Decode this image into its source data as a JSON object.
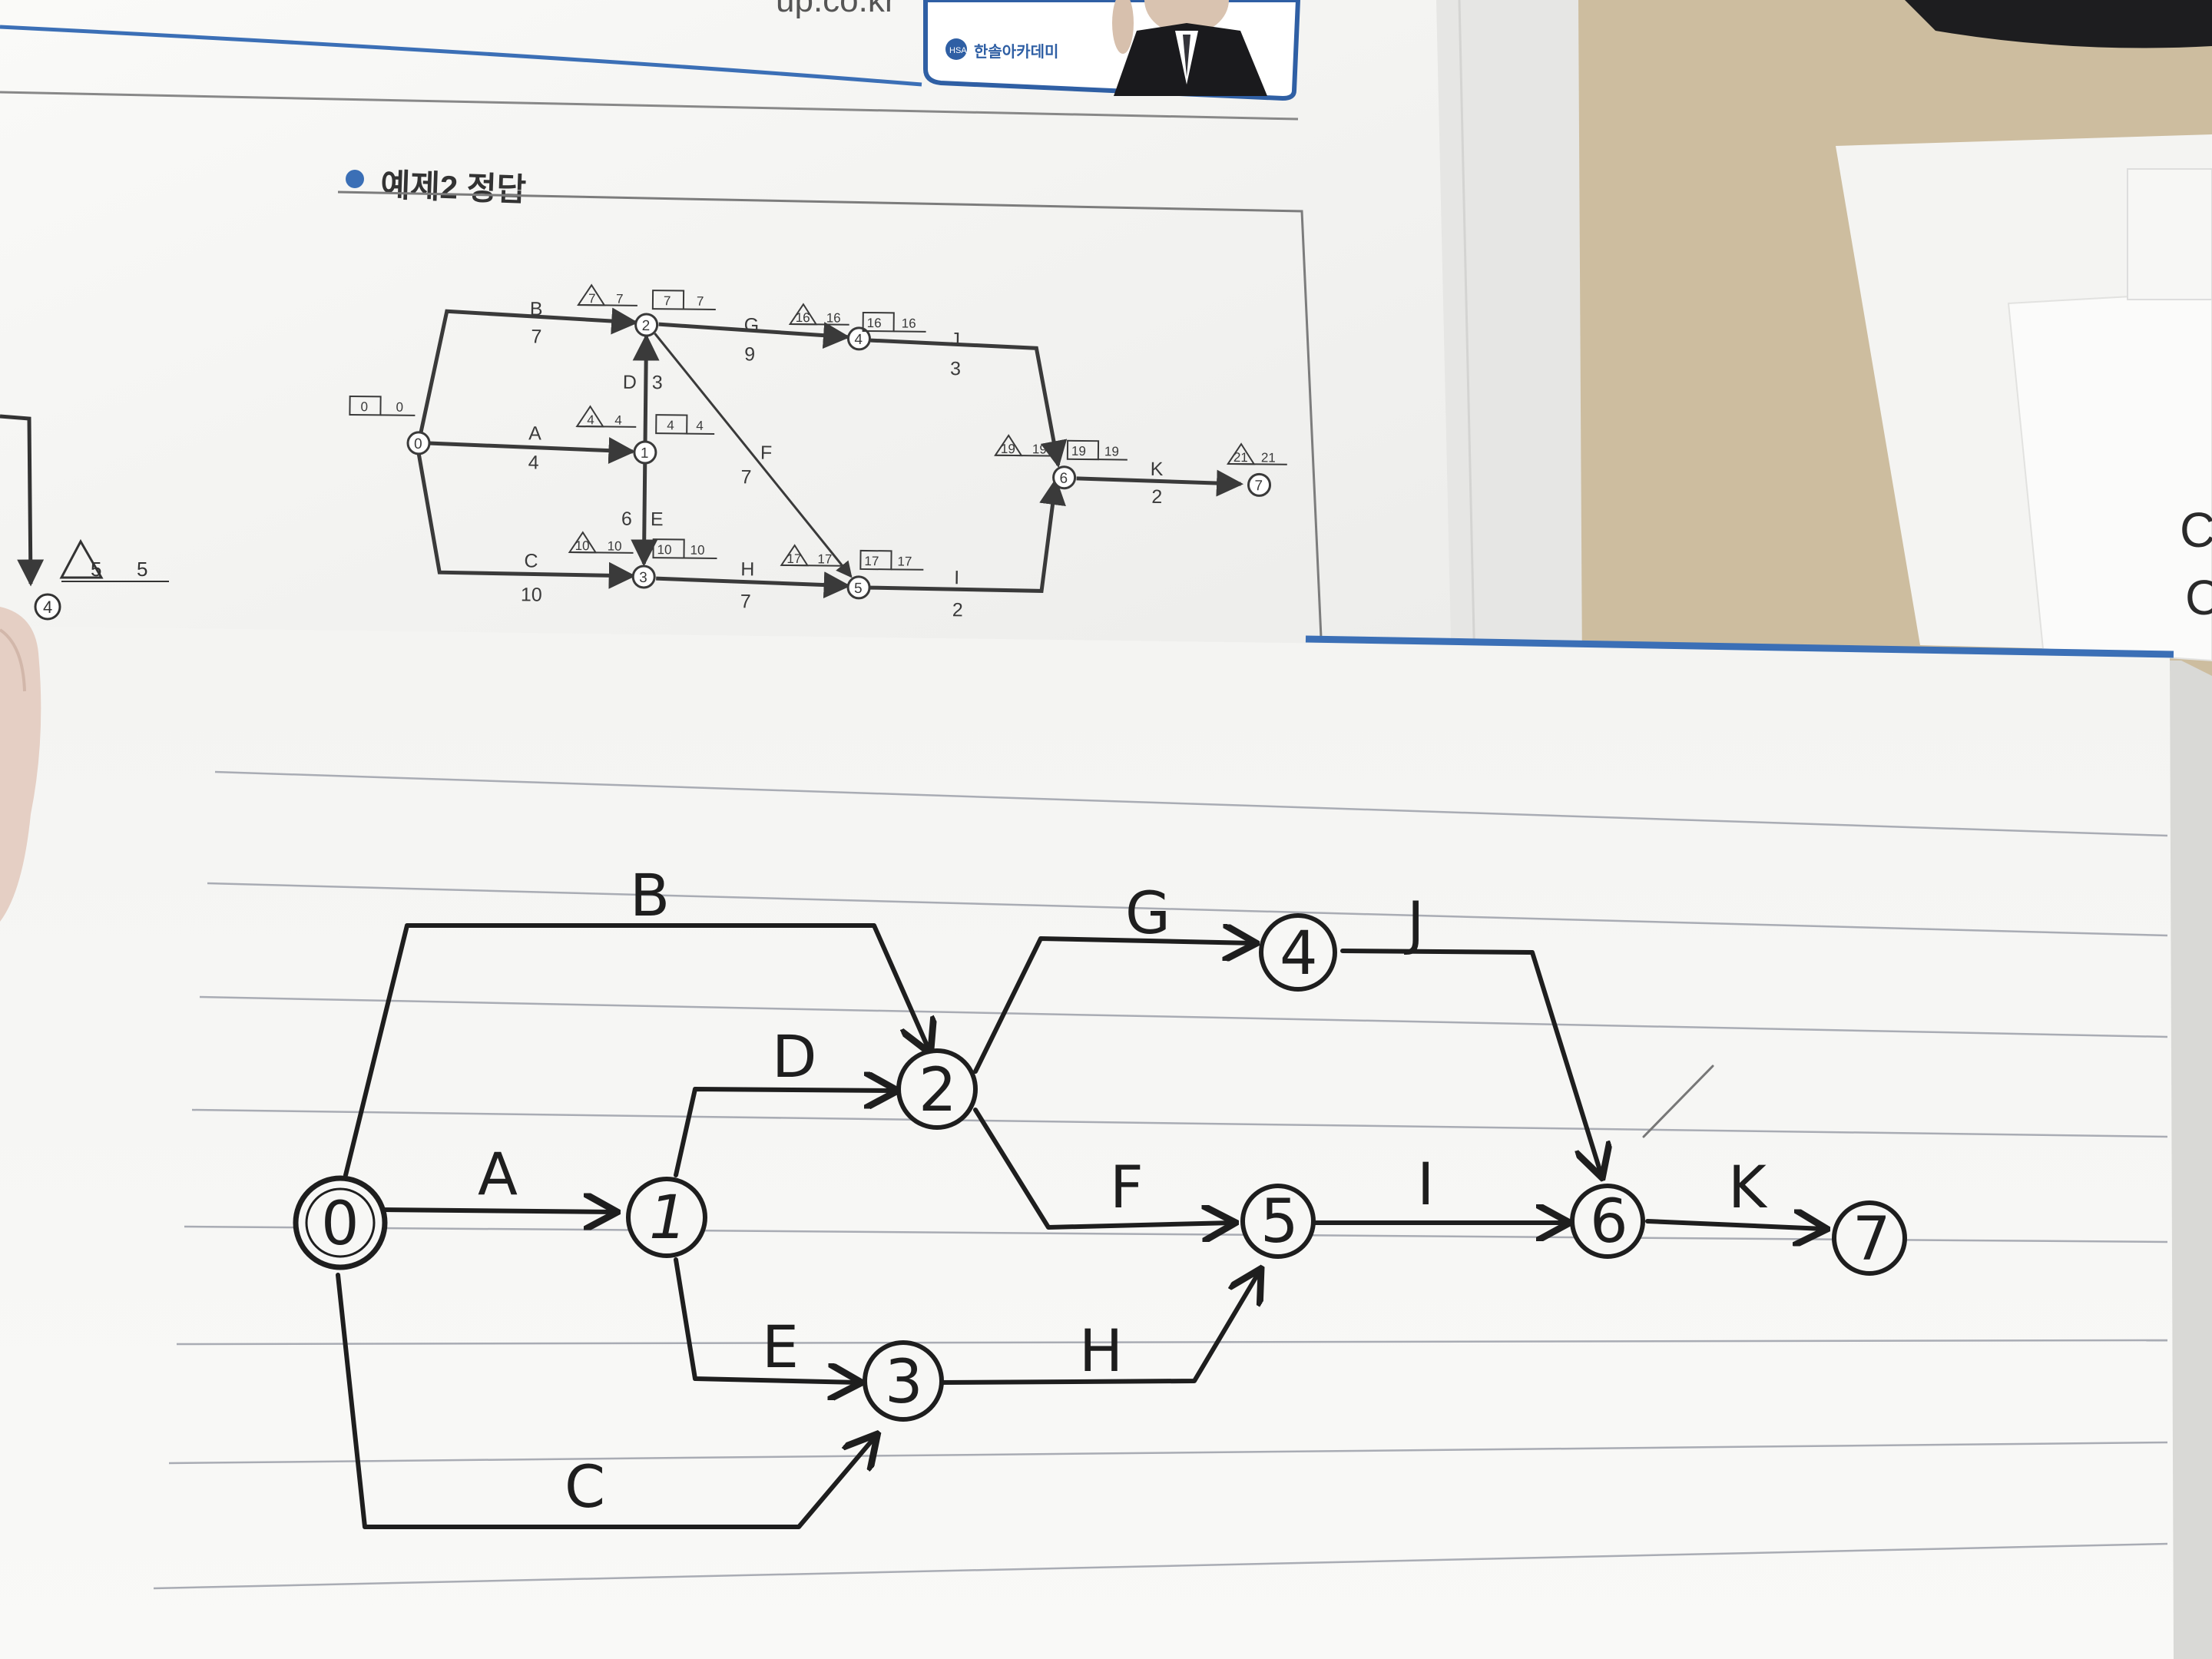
{
  "book": {
    "url_fragment": "up.co.kr",
    "ad_brand": "한솔아카데미",
    "ad_logo_text": "HSA",
    "example_title": "예제2 정답"
  },
  "colors": {
    "desk": "#c9b9a0",
    "book_paper": "#f1f1ef",
    "note_paper": "#f7f7f5",
    "rule_line": "#a9acb4",
    "print_ink": "#3a3a3a",
    "pencil": "#1e1e1e",
    "accent_blue": "#3b6fb6"
  },
  "left_edge": {
    "labels": [
      "5",
      "5"
    ],
    "node": "4"
  },
  "printed_diagram": {
    "nodes": [
      "0",
      "1",
      "2",
      "3",
      "4",
      "5",
      "6",
      "7"
    ],
    "activities": [
      {
        "name": "B",
        "duration": "7"
      },
      {
        "name": "A",
        "duration": "4"
      },
      {
        "name": "C",
        "duration": "10"
      },
      {
        "name": "D",
        "duration": "3"
      },
      {
        "name": "E",
        "duration": "6"
      },
      {
        "name": "F",
        "duration": "7"
      },
      {
        "name": "G",
        "duration": "9"
      },
      {
        "name": "H",
        "duration": "7"
      },
      {
        "name": "I",
        "duration": "2"
      },
      {
        "name": "J",
        "duration": "3"
      },
      {
        "name": "K",
        "duration": "2"
      }
    ],
    "times": [
      {
        "node": "0",
        "box": [
          "0",
          "0"
        ]
      },
      {
        "node": "1",
        "tri": [
          "4",
          "4"
        ],
        "box": [
          "4",
          "4"
        ]
      },
      {
        "node": "2",
        "tri": [
          "7",
          "7"
        ],
        "box": [
          "7",
          "7"
        ]
      },
      {
        "node": "3",
        "tri": [
          "10",
          "10"
        ],
        "box": [
          "10",
          "10"
        ]
      },
      {
        "node": "4",
        "tri": [
          "16",
          "16"
        ],
        "box": [
          "16",
          "16"
        ]
      },
      {
        "node": "5",
        "tri": [
          "17",
          "17"
        ],
        "box": [
          "17",
          "17"
        ]
      },
      {
        "node": "6",
        "tri": [
          "19",
          "19"
        ],
        "box": [
          "19",
          "19"
        ]
      },
      {
        "node": "7",
        "tri": [
          "21",
          "21"
        ]
      }
    ]
  },
  "handwritten_diagram": {
    "nodes": [
      "0",
      "1",
      "2",
      "3",
      "4",
      "5",
      "6",
      "7"
    ],
    "labels": [
      "B",
      "A",
      "C",
      "D",
      "E",
      "F",
      "G",
      "H",
      "I",
      "J",
      "K"
    ]
  },
  "right_edge_text": [
    "C",
    "C"
  ]
}
